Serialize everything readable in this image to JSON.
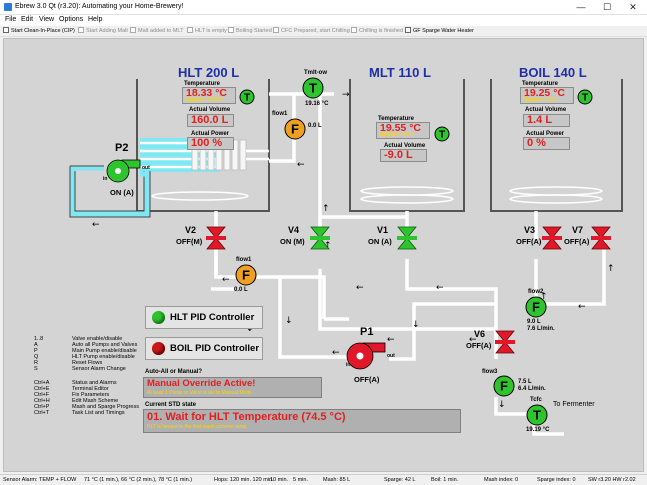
{
  "window": {
    "title": "Ebrew 3.0 Qt (r3.20): Automating your Home-Brewery!",
    "controls": {
      "minimize": "—",
      "maximize": "☐",
      "close": "✕"
    }
  },
  "menu": [
    "File",
    "Edit",
    "View",
    "Options",
    "Help"
  ],
  "toolbar": [
    {
      "label": "Start Clean-In-Place (CIP)",
      "enabled": true,
      "checked": false
    },
    {
      "label": "Start Adding Malt",
      "enabled": false,
      "checked": false
    },
    {
      "label": "Malt added to MLT",
      "enabled": false,
      "checked": false
    },
    {
      "label": "HLT is empty",
      "enabled": false,
      "checked": false
    },
    {
      "label": "Boiling Started",
      "enabled": false,
      "checked": false
    },
    {
      "label": "CFC Prepared, start Chilling",
      "enabled": false,
      "checked": false
    },
    {
      "label": "Chilling is finished",
      "enabled": false,
      "checked": false
    },
    {
      "label": "GF Sparge Water Heater",
      "enabled": true,
      "checked": false
    }
  ],
  "vessels": {
    "hlt": {
      "title": "HLT 200 L",
      "temperature_label": "Temperature",
      "temperature": "18.33 °C",
      "setpoint": "Setpoint 74.5°C",
      "volume_label": "Actual Volume",
      "volume": "160.0 L",
      "power_label": "Actual Power",
      "power": "100 %"
    },
    "mlt": {
      "title": "MLT 110 L",
      "temperature_label": "Temperature",
      "temperature": "19.55 °C",
      "setpoint": "Setpoint 0.0°C",
      "volume_label": "Actual Volume",
      "volume": "-9.0 L"
    },
    "boil": {
      "title": "BOIL 140 L",
      "temperature_label": "Temperature",
      "temperature": "19.25 °C",
      "setpoint": "Setpoint 0.0°C",
      "volume_label": "Actual Volume",
      "volume": "1.4 L",
      "power_label": "Actual Power",
      "power": "0 %"
    }
  },
  "sensors": {
    "tmlt_ow": {
      "label": "Tmlt-ow",
      "symbol": "T",
      "value": "19.16 °C"
    },
    "flow1_top": {
      "label": "flow1",
      "symbol": "F",
      "value": "0.0 L"
    },
    "flow1": {
      "label": "flow1",
      "symbol": "F",
      "value": "0.0 L"
    },
    "flow2": {
      "label": "flow2",
      "symbol": "F",
      "value": "9.0 L",
      "rate": "7.6 L/min."
    },
    "flow3": {
      "label": "flow3",
      "symbol": "F",
      "value": "7.5 L",
      "rate": "6.4 L/min."
    },
    "tcfc": {
      "label": "Tcfc",
      "symbol": "T",
      "value": "19.19 °C"
    },
    "to_fermenter": "To Fermenter"
  },
  "pumps": {
    "p2": {
      "name": "P2",
      "state": "ON (A)",
      "in": "in",
      "out": "out"
    },
    "p1": {
      "name": "P1",
      "state": "OFF(A)",
      "in": "in",
      "out": "out"
    }
  },
  "valves": {
    "v2": {
      "name": "V2",
      "state": "OFF(M)",
      "color": "#e0182a"
    },
    "v4": {
      "name": "V4",
      "state": "ON (M)",
      "color": "#2ec42e"
    },
    "v1": {
      "name": "V1",
      "state": "ON (A)",
      "color": "#2ec42e"
    },
    "v3": {
      "name": "V3",
      "state": "OFF(A)",
      "color": "#e0182a"
    },
    "v7": {
      "name": "V7",
      "state": "OFF(A)",
      "color": "#e0182a"
    },
    "v6": {
      "name": "V6",
      "state": "OFF(A)",
      "color": "#e0182a"
    }
  },
  "pid": {
    "hlt": {
      "label": "HLT PID Controller",
      "led_color": "#2ec42e"
    },
    "boil": {
      "label": "BOIL PID Controller",
      "led_color": "#cc1818"
    }
  },
  "legend": [
    {
      "key": "1..8",
      "desc": "Valve enable/disable"
    },
    {
      "key": "A",
      "desc": "Auto all Pumps and Valves"
    },
    {
      "key": "P",
      "desc": "Main Pump enable/disable"
    },
    {
      "key": "Q",
      "desc": "HLT Pump enable/disable"
    },
    {
      "key": "R",
      "desc": "Reset Flows"
    },
    {
      "key": "S",
      "desc": "Sensor Alarm Change"
    },
    {
      "key": "Ctrl+A",
      "desc": "Status and Alarms"
    },
    {
      "key": "Ctrl+E",
      "desc": "Terminal Editor"
    },
    {
      "key": "Ctrl+F",
      "desc": "Fix Parameters"
    },
    {
      "key": "Ctrl+H",
      "desc": "Edit Mash Scheme"
    },
    {
      "key": "Ctrl+P",
      "desc": "Mash and Sparge Progress"
    },
    {
      "key": "Ctrl+T",
      "desc": "Task List and Timings"
    }
  ],
  "auto_manual": {
    "label": "Auto-All or Manual?",
    "message": "Manual Override Active!",
    "sub": "At least 1 Pump or Valve is set to Manual Mode"
  },
  "std_state": {
    "label": "Current STD state",
    "message": "01. Wait for HLT Temperature (74.5 °C)",
    "sub": "HLT is heated to the first mash-scheme temp."
  },
  "status_bar": [
    "Sensor Alarm: TEMP + FLOW",
    "71 °C (1 min.), 66 °C (2 min.), 78 °C (1 min.)",
    "Hops: 120 min. 120 min.",
    "10 min.",
    "5 min.",
    "Mash: 85 L",
    "Sparge: 42 L",
    "Boil: 1 min.",
    "Mash index: 0",
    "Sparge index: 0",
    "SW r3.20 HW r2.02"
  ],
  "colors": {
    "vessel_title": "#1e2fa8",
    "value_red": "#e02020",
    "setpoint_yellow": "#ffd400",
    "pipe": "#ffffff",
    "hot_water": "#7fe8f2"
  }
}
